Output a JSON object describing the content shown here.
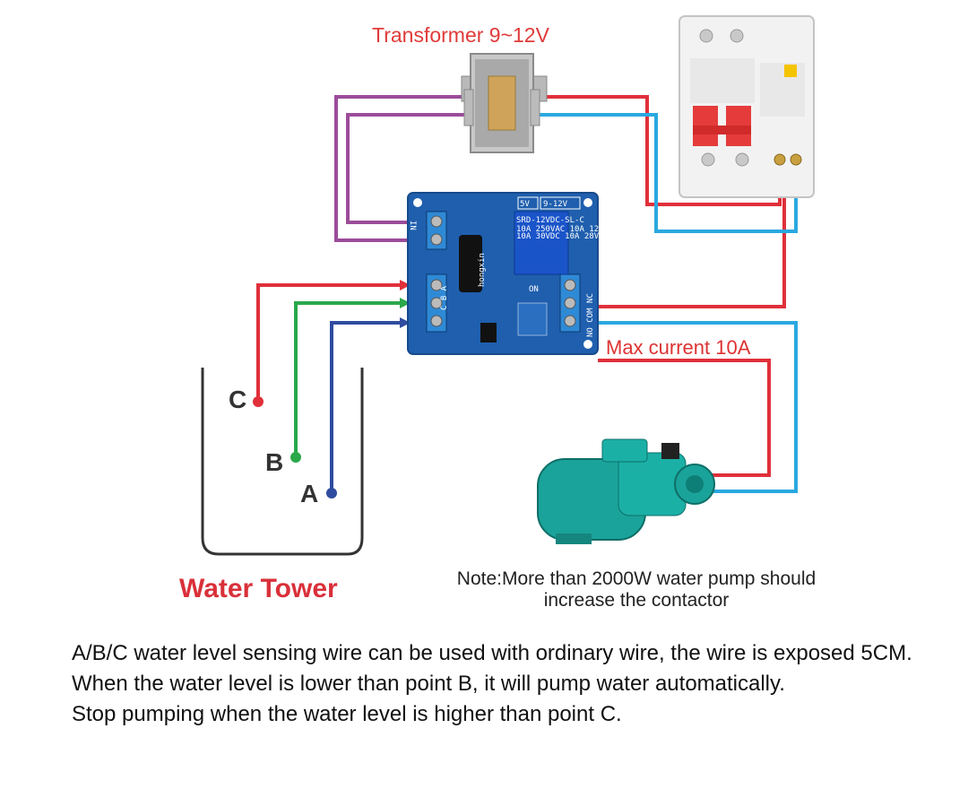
{
  "labels": {
    "transformer": "Transformer 9~12V",
    "max_current": "Max current 10A",
    "water_tower": "Water Tower",
    "note_line1": "Note:More than 2000W water pump should",
    "note_line2": "increase the contactor",
    "level_c": "C",
    "level_b": "B",
    "level_a": "A"
  },
  "board": {
    "jumper_5v": "5V",
    "jumper_12v": "9-12V",
    "relay_model": "SRD-12VDC-SL-C",
    "relay_spec1": "10A 250VAC 10A 125VAC",
    "relay_spec2": "10A 30VDC 10A 28VDC",
    "pins_sense": "C B A",
    "pin_in": "IN",
    "pins_relay": "NO COM NC",
    "on_label": "ON",
    "brand": "hongxin"
  },
  "description": {
    "line1": "A/B/C water level sensing wire can be used with ordinary wire, the wire is exposed 5CM.",
    "line2": "When the water level is lower than point B, it will pump water automatically.",
    "line3": "Stop pumping when the water level is higher than point C."
  },
  "colors": {
    "wire_red": "#e0303a",
    "wire_green": "#2aa84a",
    "wire_blue": "#2f4ca0",
    "wire_cyan": "#2aa8e0",
    "wire_purple": "#9b4c9a",
    "board_blue": "#1f5fae",
    "pump_teal": "#1aa39a"
  }
}
